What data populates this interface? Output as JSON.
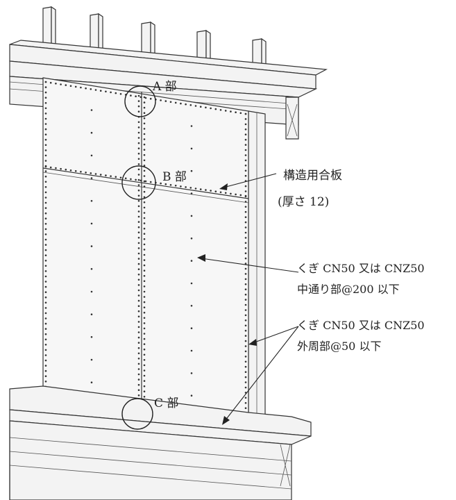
{
  "labels": {
    "part_a": "A 部",
    "part_b": "B 部",
    "part_c": "C 部",
    "plywood_line1": "構造用合板",
    "plywood_line2": "(厚さ 12)",
    "nail_inner_line1": "くぎ CN50 又は CNZ50",
    "nail_inner_line2": "中通り部@200 以下",
    "nail_outer_line1": "くぎ CN50 又は CNZ50",
    "nail_outer_line2": "外周部@50 以下"
  },
  "colors": {
    "line": "#333333",
    "wood": "#f3f3f3",
    "panel": "#f7f7f7"
  }
}
